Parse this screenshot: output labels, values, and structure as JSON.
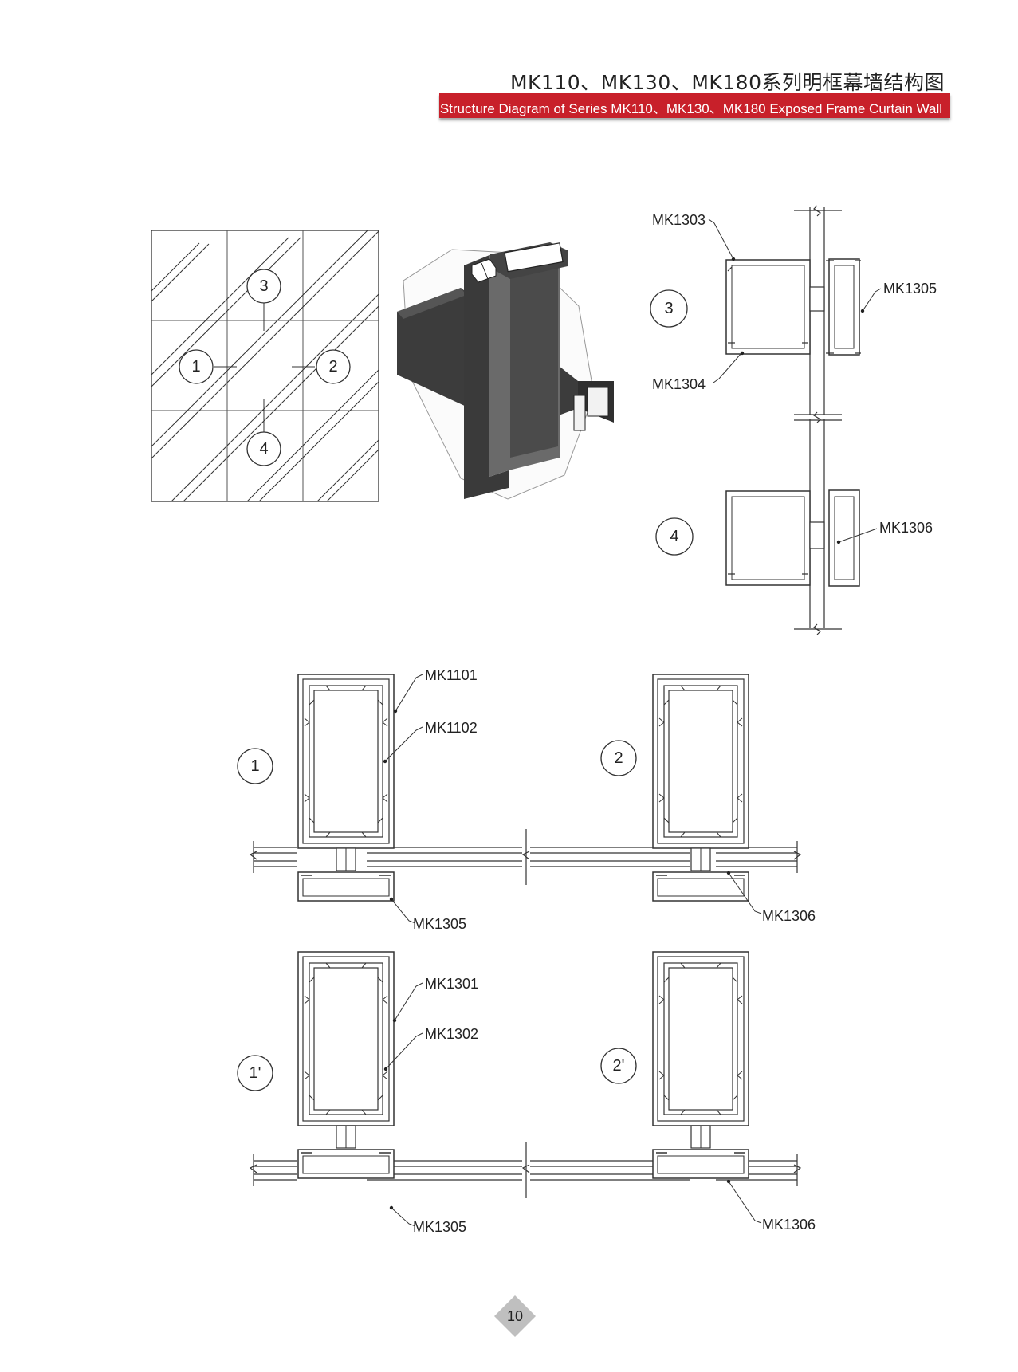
{
  "header": {
    "title_cn": "MK110、MK130、MK180系列明框幕墙结构图",
    "title_en": "Structure Diagram of Series MK110、MK130、MK180 Exposed Frame Curtain Wall"
  },
  "elevation": {
    "markers": {
      "m1": "1",
      "m2": "2",
      "m3": "3",
      "m4": "4"
    }
  },
  "vertical_section": {
    "markers": {
      "m3": "3",
      "m4": "4"
    },
    "labels": {
      "mk1303": "MK1303",
      "mk1304": "MK1304",
      "mk1305": "MK1305",
      "mk1306": "MK1306"
    }
  },
  "sections": {
    "s1": {
      "marker": "1",
      "label_a": "MK1101",
      "label_b": "MK1102",
      "label_bottom": "MK1305"
    },
    "s2": {
      "marker": "2",
      "label_bottom": "MK1306"
    },
    "s1p": {
      "marker": "1'",
      "label_a": "MK1301",
      "label_b": "MK1302",
      "label_bottom": "MK1305"
    },
    "s2p": {
      "marker": "2'",
      "label_bottom": "MK1306"
    }
  },
  "footer": {
    "page_number": "10"
  }
}
